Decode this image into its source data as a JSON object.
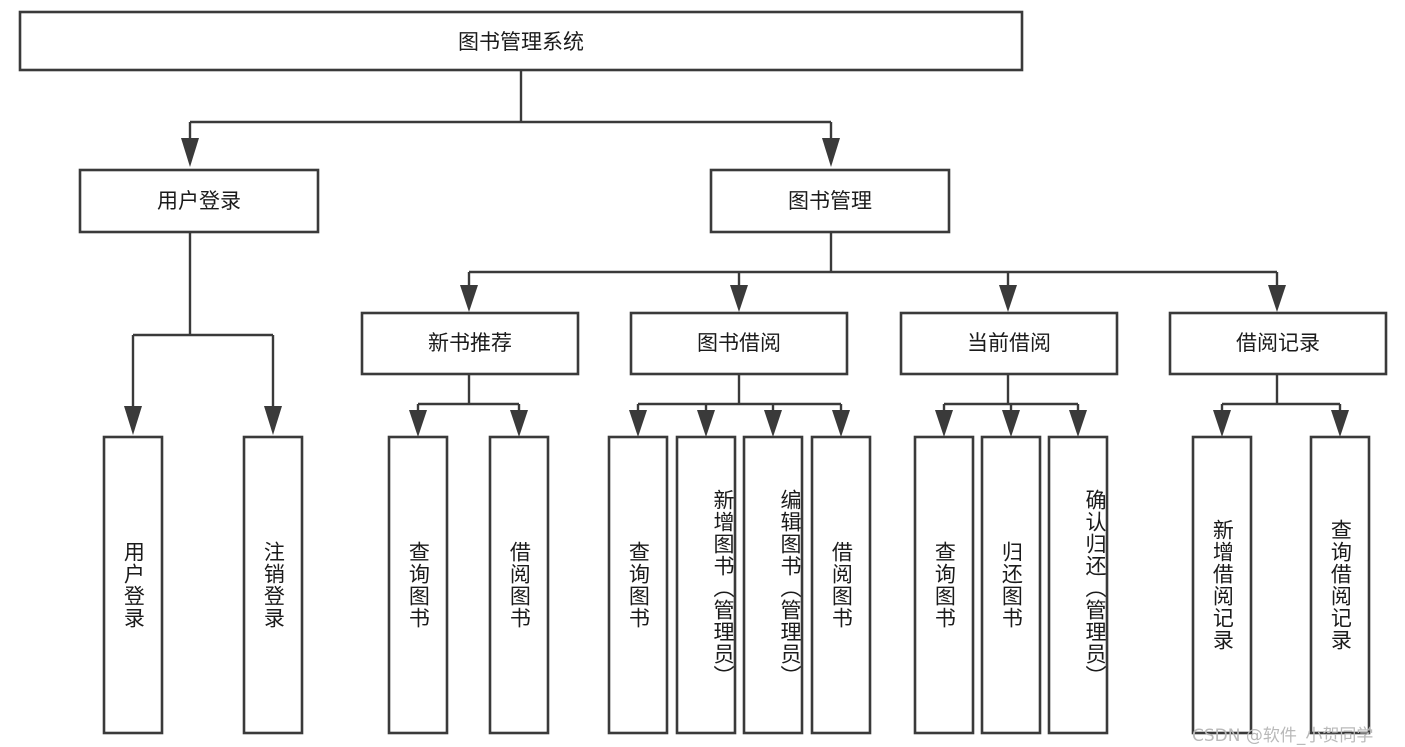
{
  "diagram": {
    "title": "图书管理系统",
    "type": "hierarchy-tree",
    "watermark": "CSDN @软件_小贺同学",
    "colors": {
      "box_stroke": "#3a3a3a",
      "box_fill": "#ffffff",
      "connector": "#3a3a3a",
      "text": "#1b1b1b",
      "watermark": "#b9b9b9"
    },
    "levels": {
      "root": {
        "label": "图书管理系统"
      },
      "level2": [
        {
          "label": "用户登录"
        },
        {
          "label": "图书管理"
        }
      ],
      "level3": [
        {
          "label": "新书推荐"
        },
        {
          "label": "图书借阅"
        },
        {
          "label": "当前借阅"
        },
        {
          "label": "借阅记录"
        }
      ],
      "leaves": {
        "user_login": [
          {
            "label": "用户登录"
          },
          {
            "label": "注销登录"
          }
        ],
        "new_book_recommend": [
          {
            "label": "查询图书"
          },
          {
            "label": "借阅图书"
          }
        ],
        "book_borrow": [
          {
            "label": "查询图书"
          },
          {
            "label": "新增图书（管理员）"
          },
          {
            "label": "编辑图书（管理员）"
          },
          {
            "label": "借阅图书"
          }
        ],
        "current_borrow": [
          {
            "label": "查询图书"
          },
          {
            "label": "归还图书"
          },
          {
            "label": "确认归还（管理员）"
          }
        ],
        "borrow_records": [
          {
            "label": "新增借阅记录"
          },
          {
            "label": "查询借阅记录"
          }
        ]
      }
    }
  }
}
